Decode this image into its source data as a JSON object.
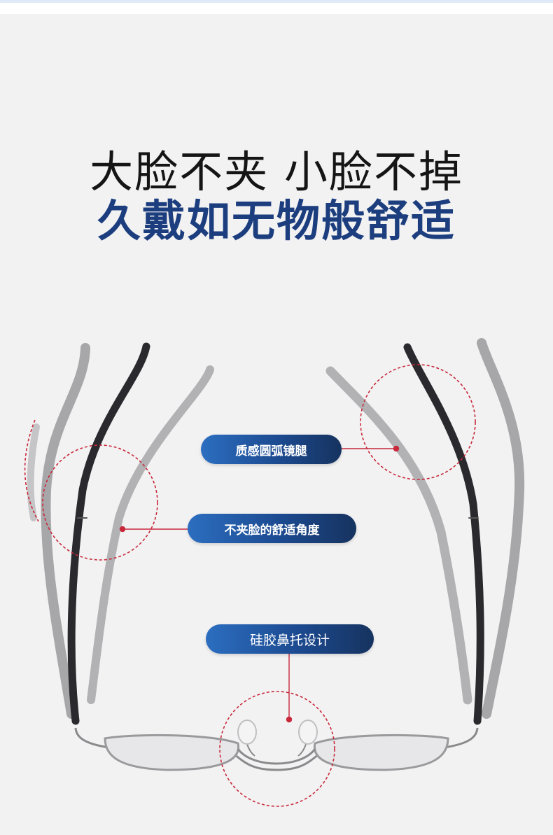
{
  "headline": {
    "line1": "大脸不夹 小脸不掉",
    "line2": "久戴如无物般舒适"
  },
  "callouts": [
    {
      "label": "质感圆弧镜腿"
    },
    {
      "label": "不夹脸的舒适角度"
    },
    {
      "label": "硅胶鼻托设计"
    }
  ],
  "colors": {
    "accent_blue": "#1c3e7e",
    "tag_gradient_start": "#2c6ec0",
    "tag_gradient_end": "#16335f",
    "marker_red": "#c8283a",
    "temple_black": "#2a2a2e",
    "temple_gray": "#a5a5a7"
  }
}
